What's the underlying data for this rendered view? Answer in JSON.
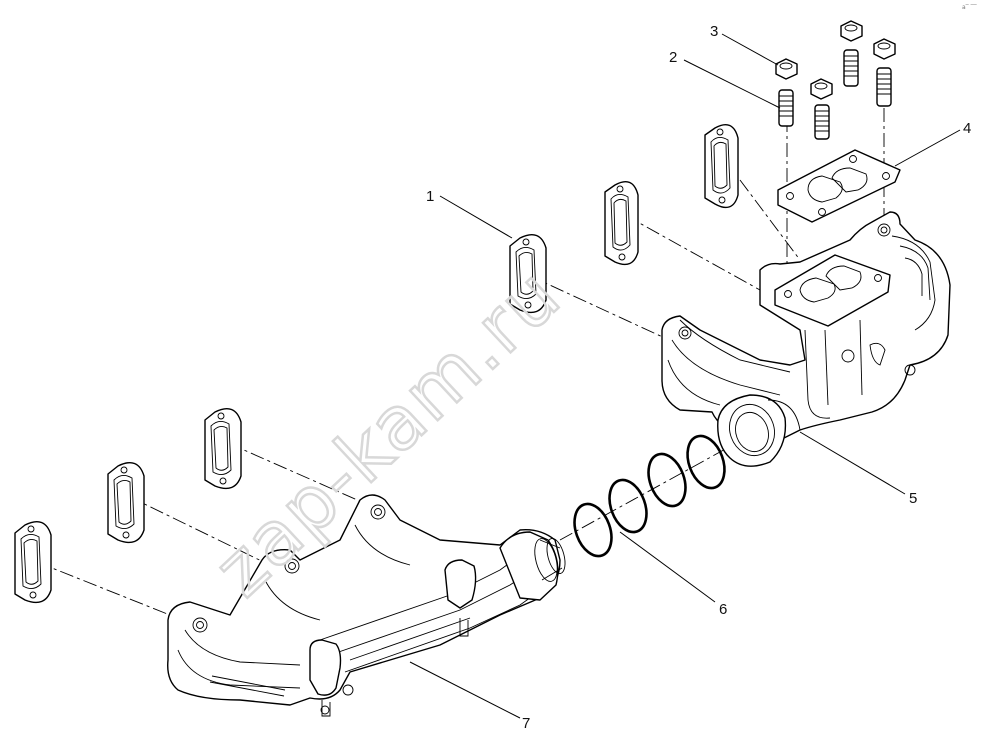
{
  "watermark": "zap-kam.ru",
  "corner_mark": "a‾ ‾‾",
  "callouts": [
    {
      "id": "1",
      "label": "1"
    },
    {
      "id": "2",
      "label": "2"
    },
    {
      "id": "3",
      "label": "3"
    },
    {
      "id": "4",
      "label": "4"
    },
    {
      "id": "5",
      "label": "5"
    },
    {
      "id": "6",
      "label": "6"
    },
    {
      "id": "7",
      "label": "7"
    }
  ]
}
